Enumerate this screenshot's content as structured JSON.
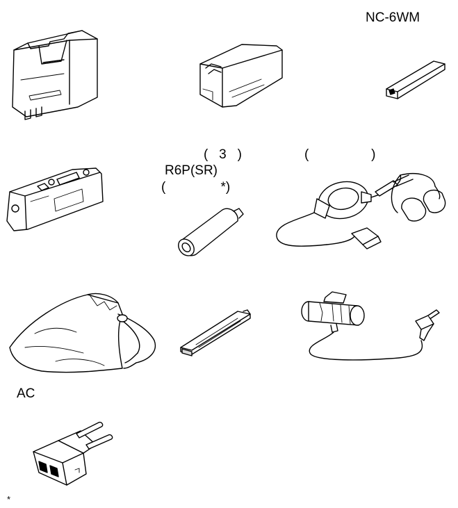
{
  "labels": {
    "nc6wm": "NC-6WM",
    "paren_qty": "(   3   )",
    "battery_model": "R6P(SR)",
    "paren_note": "(               *)",
    "paren_earphone": "(                 )",
    "ac": "AC",
    "footnote_mark": "*"
  },
  "icons": [
    "battery-charger-icon",
    "battery-case-icon",
    "rechargeable-battery-icon",
    "battery-pack-icon",
    "aa-battery-icon",
    "remote-earphones-icon",
    "carrying-pouch-icon",
    "battery-holder-icon",
    "clip-microphone-icon",
    "plug-adaptor-icon"
  ]
}
